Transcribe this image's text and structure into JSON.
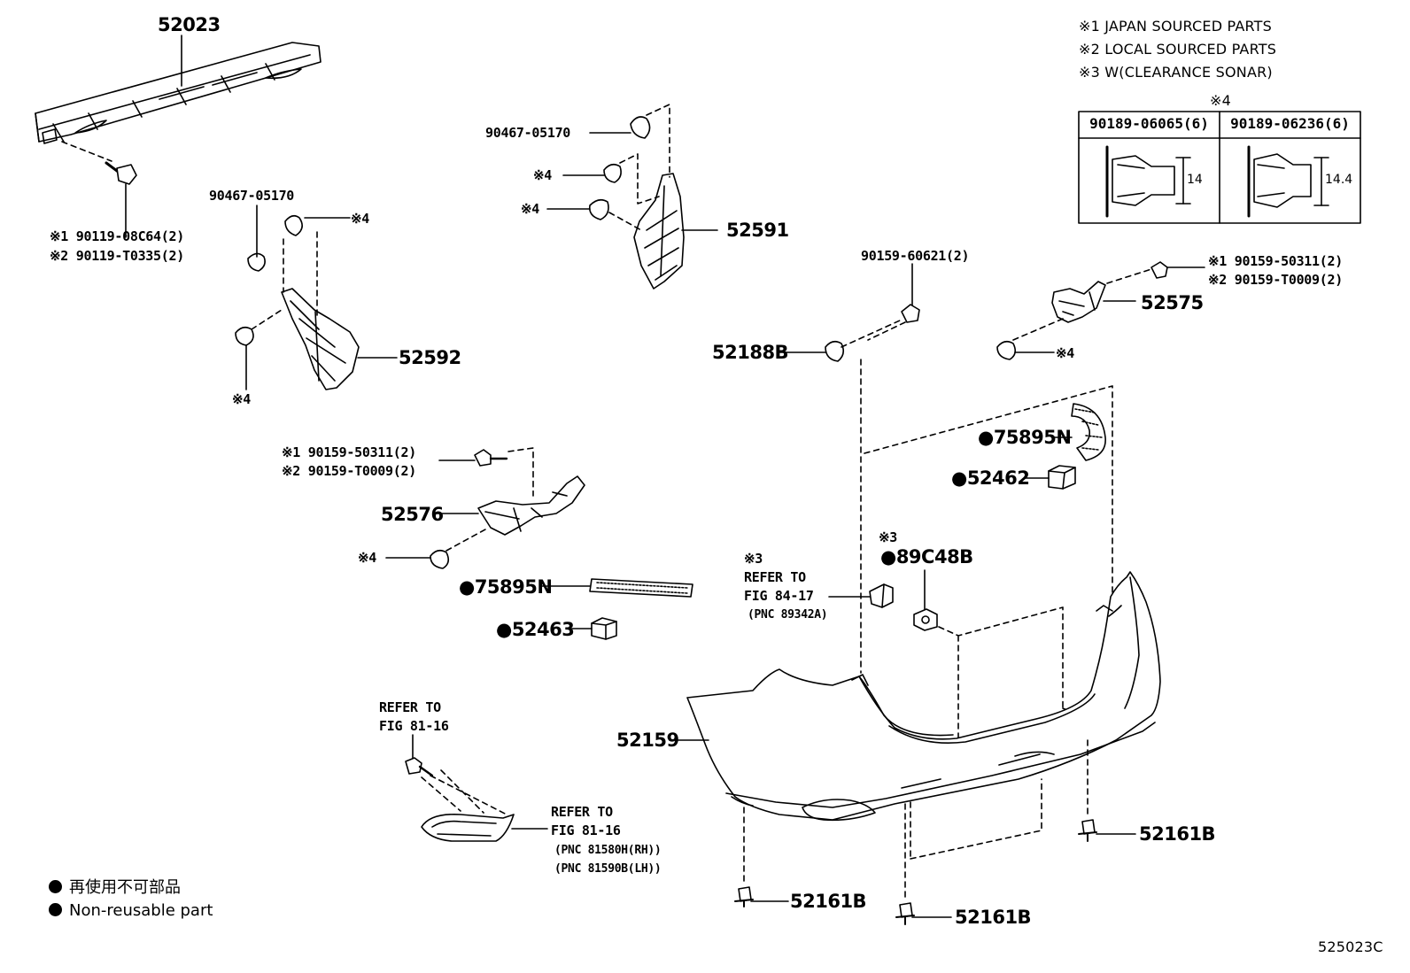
{
  "notes": {
    "n1": "※1 JAPAN SOURCED PARTS",
    "n2": "※2 LOCAL SOURCED PARTS",
    "n3": "※3 W(CLEARANCE SONAR)",
    "mark4": "※4"
  },
  "table": {
    "col1": "90189-06065(6)",
    "col2": "90189-06236(6)",
    "dim1": "14",
    "dim2": "14.4"
  },
  "labels": {
    "p52023": "52023",
    "p90119_a": "※1 90119-08C64(2)",
    "p90119_b": "※2 90119-T0335(2)",
    "p90467_left": "90467-05170",
    "mark4_a": "※4",
    "p52592": "52592",
    "mark4_b": "※4",
    "p90467_top": "90467-05170",
    "mark4_c": "※4",
    "mark4_d": "※4",
    "p52591": "52591",
    "p90159_606": "90159-60621(2)",
    "p52188B": "52188B",
    "p90159_right_a": "※1 90159-50311(2)",
    "p90159_right_b": "※2 90159-T0009(2)",
    "p52575": "52575",
    "mark4_e": "※4",
    "p75895N_right": "●75895N",
    "p52462": "●52462",
    "p90159_mid_a": "※1 90159-50311(2)",
    "p90159_mid_b": "※2 90159-T0009(2)",
    "p52576": "52576",
    "mark4_f": "※4",
    "p75895N_left": "●75895N",
    "p52463": "●52463",
    "mark3_sonar": "※3",
    "p89C48B": "●89C48B",
    "refer84_mark": "※3",
    "refer84_l1": "REFER TO",
    "refer84_l2": "FIG 84-17",
    "refer84_l3": "(PNC 89342A)",
    "refer81a_l1": "REFER TO",
    "refer81a_l2": "FIG 81-16",
    "refer81b_l1": "REFER TO",
    "refer81b_l2": "FIG 81-16",
    "refer81b_l3": "(PNC 81580H(RH))",
    "refer81b_l4": "(PNC 81590B(LH))",
    "p52159": "52159",
    "p52161B_a": "52161B",
    "p52161B_b": "52161B",
    "p52161B_c": "52161B"
  },
  "legend": {
    "jp": "再使用不可部品",
    "en": "Non-reusable part"
  },
  "figure_id": "525023C"
}
